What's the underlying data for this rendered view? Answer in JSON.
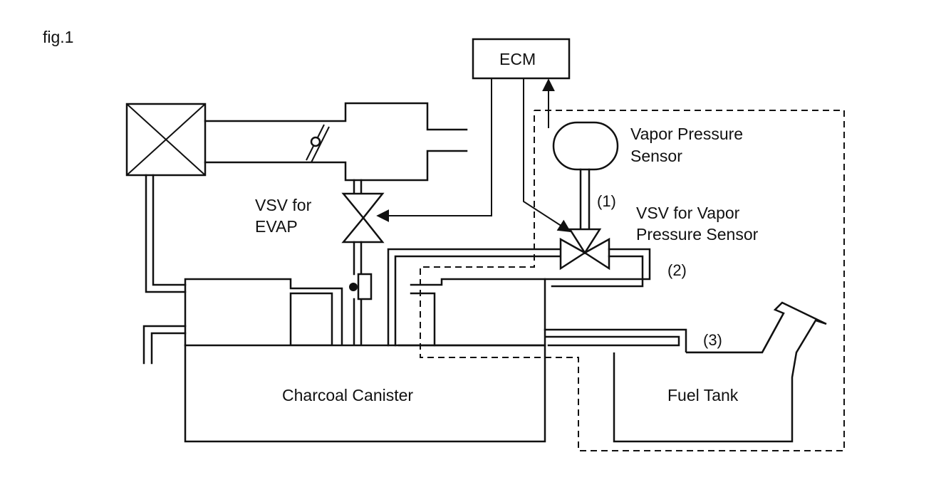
{
  "figure_label": "fig.1",
  "labels": {
    "ecm": "ECM",
    "vapor_pressure_sensor_line1": "Vapor Pressure",
    "vapor_pressure_sensor_line2": "Sensor",
    "vsv_evap_line1": "VSV for",
    "vsv_evap_line2": "EVAP",
    "vsv_vps_line1": "VSV for Vapor",
    "vsv_vps_line2": "Pressure Sensor",
    "charcoal_canister": "Charcoal Canister",
    "fuel_tank": "Fuel Tank"
  },
  "callouts": {
    "c1": "(1)",
    "c2": "(2)",
    "c3": "(3)"
  }
}
